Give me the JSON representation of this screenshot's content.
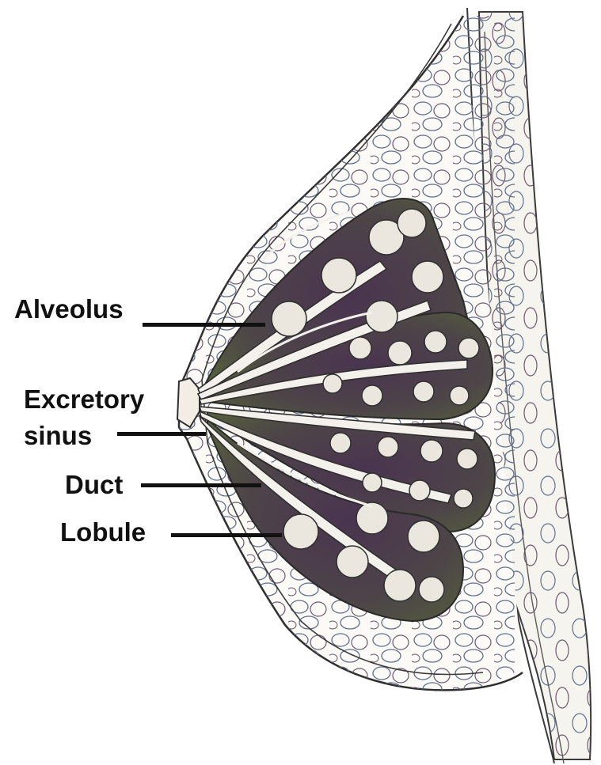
{
  "labels": {
    "alveolus": "Alveolus",
    "excretory_line1": "Excretory",
    "excretory_line2": "sinus",
    "duct": "Duct",
    "lobule": "Lobule"
  },
  "colors": {
    "background": "#ffffff",
    "outline": "#3a3a3a",
    "fat_lobule_stroke": "#5f6f8c",
    "chest_wall": "#f3f1ea",
    "lobe_dark": "#4a3450",
    "lobe_green": "#55603c",
    "duct_fill": "#f4f1ec",
    "alveolus_fill": "#ece7de",
    "label_text": "#111111"
  }
}
